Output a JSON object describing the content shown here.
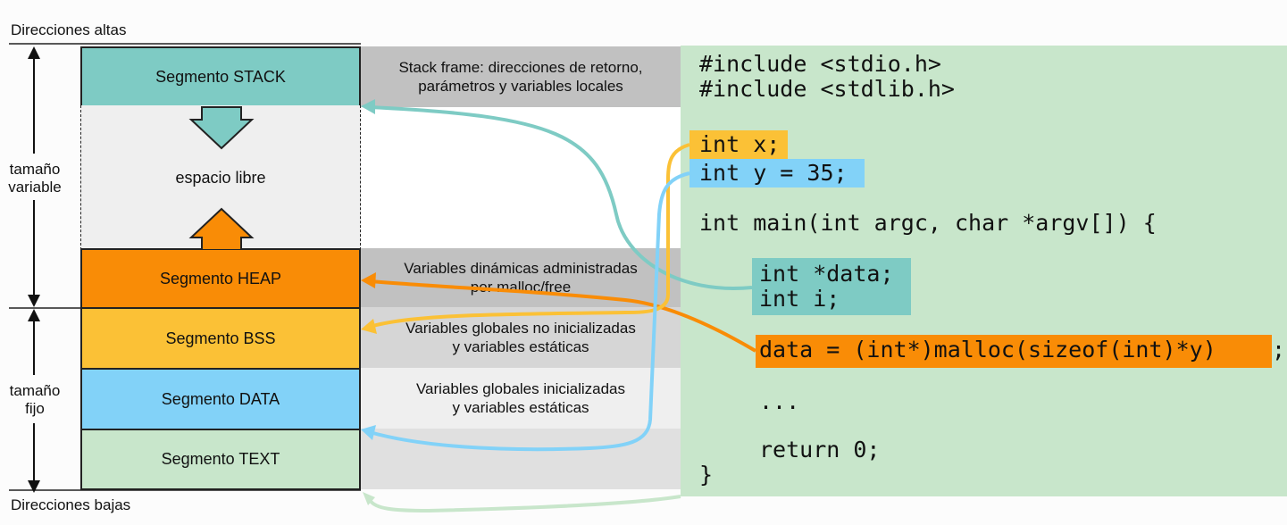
{
  "left_labels": {
    "high": "Direcciones altas",
    "low": "Direcciones bajas",
    "variable_1": "tamaño",
    "variable_2": "variable",
    "fixed_1": "tamaño",
    "fixed_2": "fijo"
  },
  "segments": {
    "stack": "Segmento STACK",
    "free": "espacio libre",
    "heap": "Segmento HEAP",
    "bss": "Segmento BSS",
    "data": "Segmento DATA",
    "text": "Segmento TEXT"
  },
  "descriptions": {
    "stack_1": "Stack frame: direcciones de retorno,",
    "stack_2": "parámetros y variables locales",
    "heap_1": "Variables dinámicas administradas",
    "heap_2": "por malloc/free",
    "bss_1": "Variables globales no inicializadas",
    "bss_2": "y variables estáticas",
    "data_1": "Variables globales inicializadas",
    "data_2": "y variables estáticas"
  },
  "code": {
    "include1": "#include <stdio.h>",
    "include2": "#include <stdlib.h>",
    "intx": "int x;",
    "inty": "int y = 35;",
    "main": "int main(int argc, char *argv[]) {",
    "data_decl": "int *data;",
    "i_decl": "int i;",
    "malloc": "data = (int*)malloc(sizeof(int)*y)",
    "semicolon": ";",
    "dots": "...",
    "ret": "return 0;",
    "close": "}"
  },
  "colors": {
    "stack": "#7ecbc4",
    "free": "#efefef",
    "heap": "#f98c06",
    "bss": "#fbc136",
    "data": "#82d2f8",
    "text": "#c8e6cb",
    "gray_dark": "#c1c1c1",
    "gray_mid": "#d6d6d6",
    "gray_light": "#e8e8e8"
  }
}
